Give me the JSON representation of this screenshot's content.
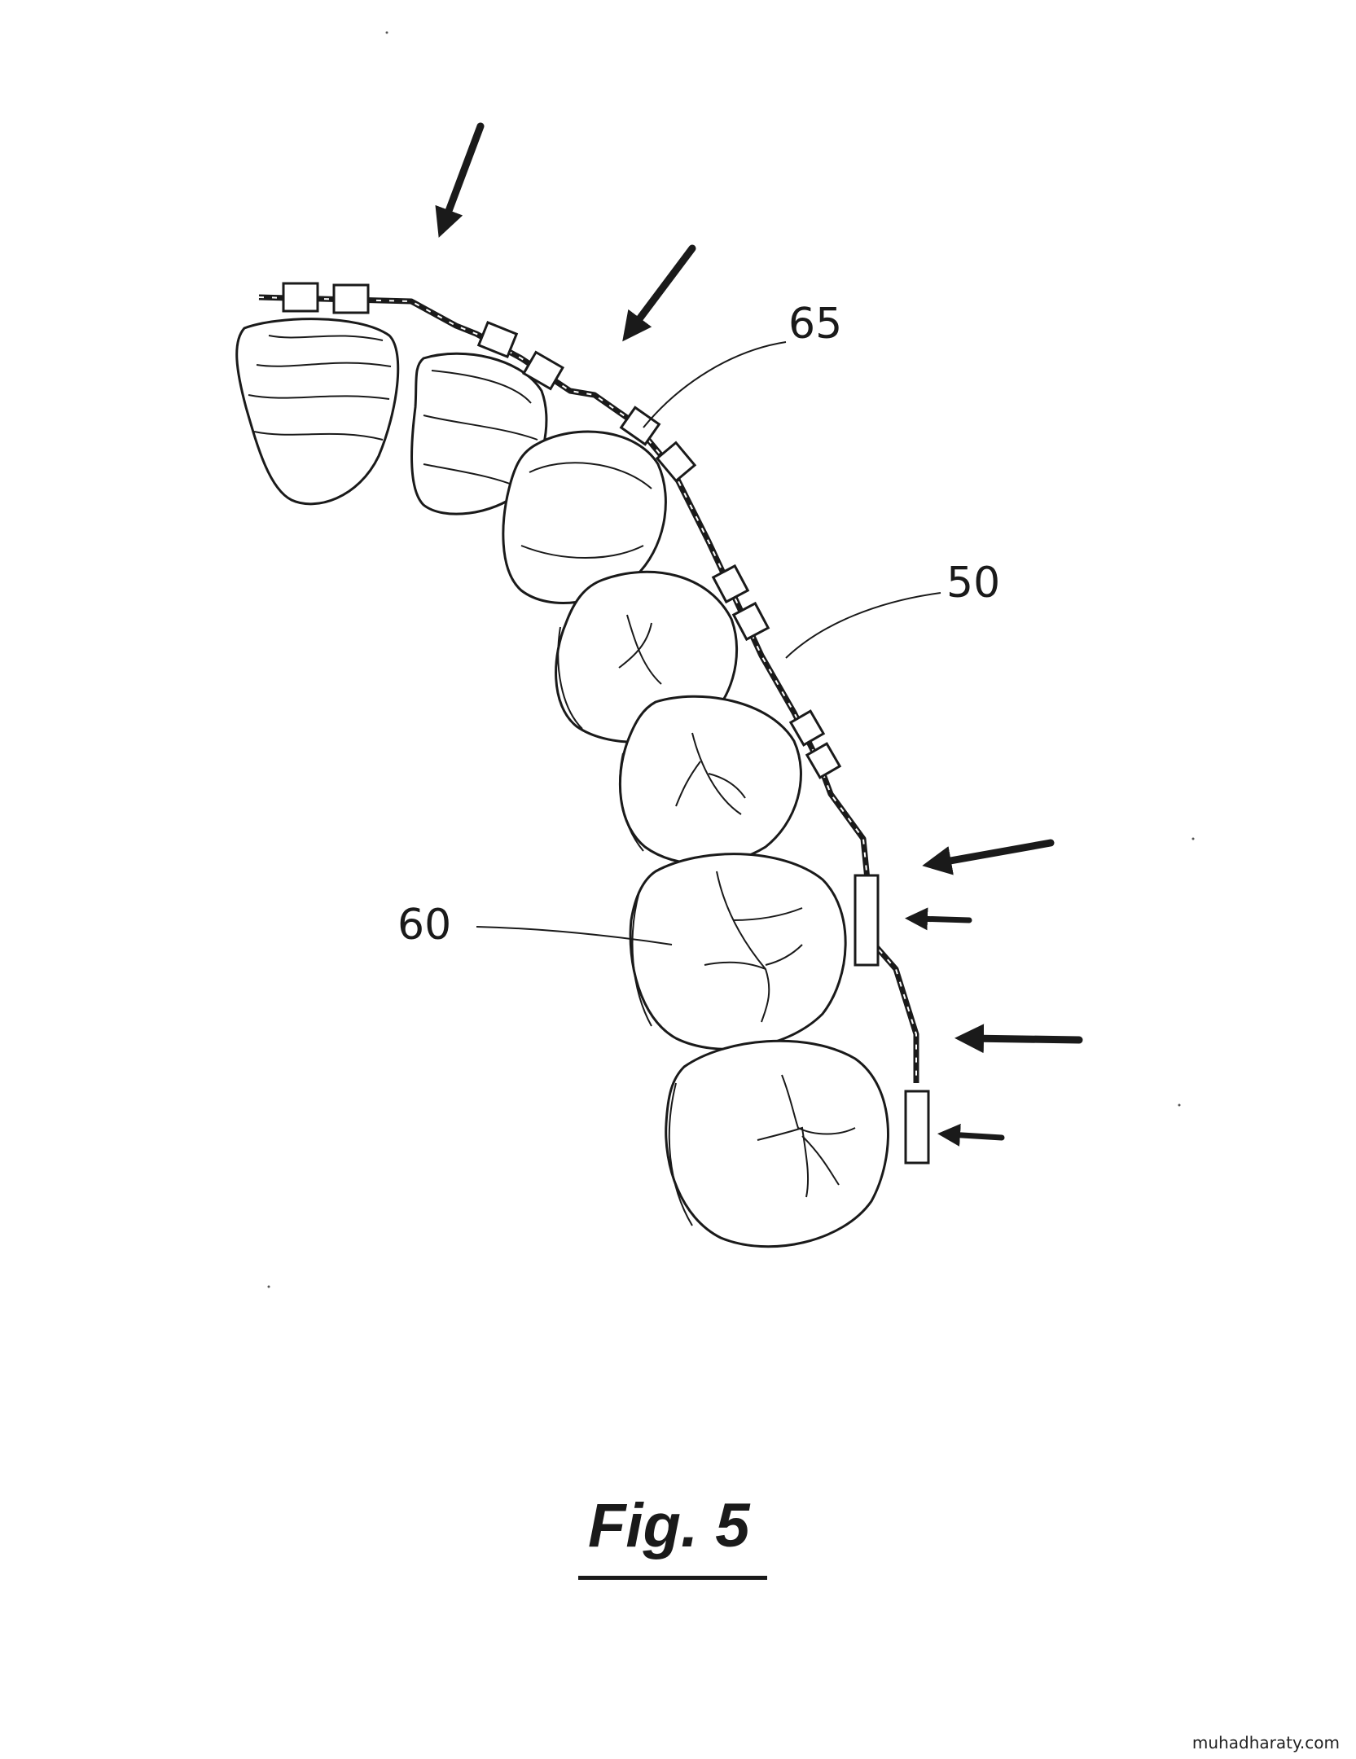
{
  "figure": {
    "caption": "Fig. 5",
    "reference_labels": {
      "wire": "50",
      "tooth": "60",
      "bracket": "65"
    },
    "watermark": "muhadharaty.com"
  },
  "colors": {
    "ink": "#1a1a1a",
    "paper": "#ffffff"
  }
}
